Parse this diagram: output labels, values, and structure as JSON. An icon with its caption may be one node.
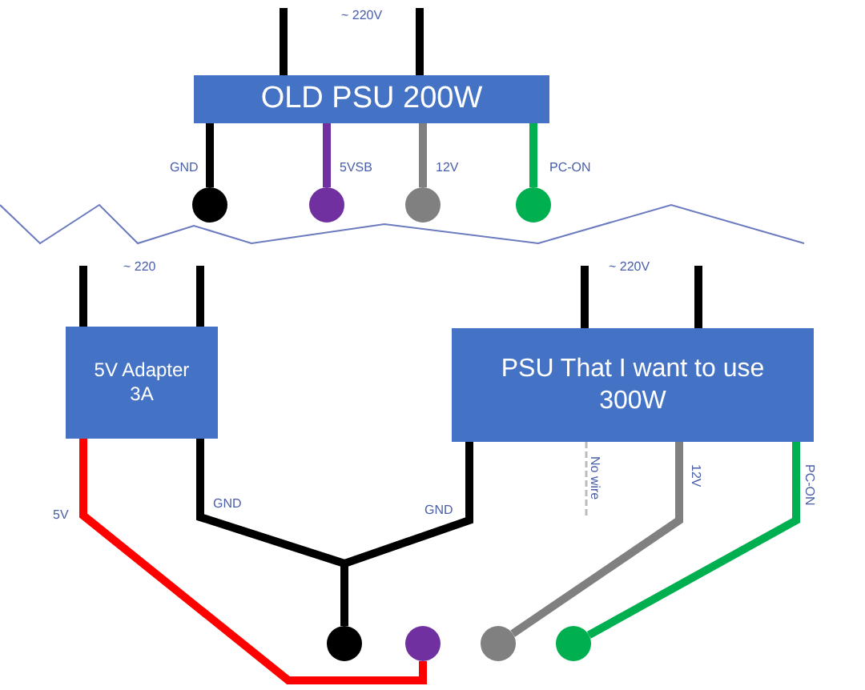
{
  "diagram": {
    "nodes": [
      {
        "text": [
          "OLD PSU 200W"
        ]
      },
      {
        "text": [],
        "shape": "circle"
      },
      {
        "text": [],
        "shape": "circle"
      },
      {
        "text": [],
        "shape": "circle"
      },
      {
        "text": [],
        "shape": "circle"
      },
      {
        "text": [
          "5V Adapter 3A"
        ]
      },
      {
        "text": [
          "PSU That I want to use 300W"
        ]
      },
      {
        "text": [],
        "shape": "circle"
      },
      {
        "text": [],
        "shape": "circle"
      },
      {
        "text": [],
        "shape": "circle"
      },
      {
        "text": [],
        "shape": "circle"
      }
    ],
    "edges": [
      {
        "from": 0,
        "to": 1,
        "arrow": "none",
        "label": "GND"
      },
      {
        "from": 0,
        "to": 2,
        "arrow": "none",
        "label": "5VSB",
        "color": "#7030a0"
      },
      {
        "from": 0,
        "to": 3,
        "arrow": "none",
        "label": "12V",
        "color": "#808080"
      },
      {
        "from": 0,
        "to": 4,
        "arrow": "none",
        "label": "PC-ON",
        "color": "#00b050"
      },
      {
        "from": 5,
        "to": 8,
        "arrow": "none",
        "label": "5V",
        "color": "#ff0000"
      },
      {
        "from": 5,
        "to": 7,
        "arrow": "none",
        "label": "GND"
      },
      {
        "from": 6,
        "to": 7,
        "arrow": "none",
        "label": "GND"
      },
      {
        "from": 6,
        "to": 9,
        "arrow": "none",
        "label": "12V",
        "color": "#808080"
      },
      {
        "from": 6,
        "to": 10,
        "arrow": "none",
        "label": "PC-ON",
        "color": "#00b050"
      }
    ],
    "labels": [
      "~ 220V",
      "~ 220",
      "~ 220V",
      "No wire"
    ]
  }
}
